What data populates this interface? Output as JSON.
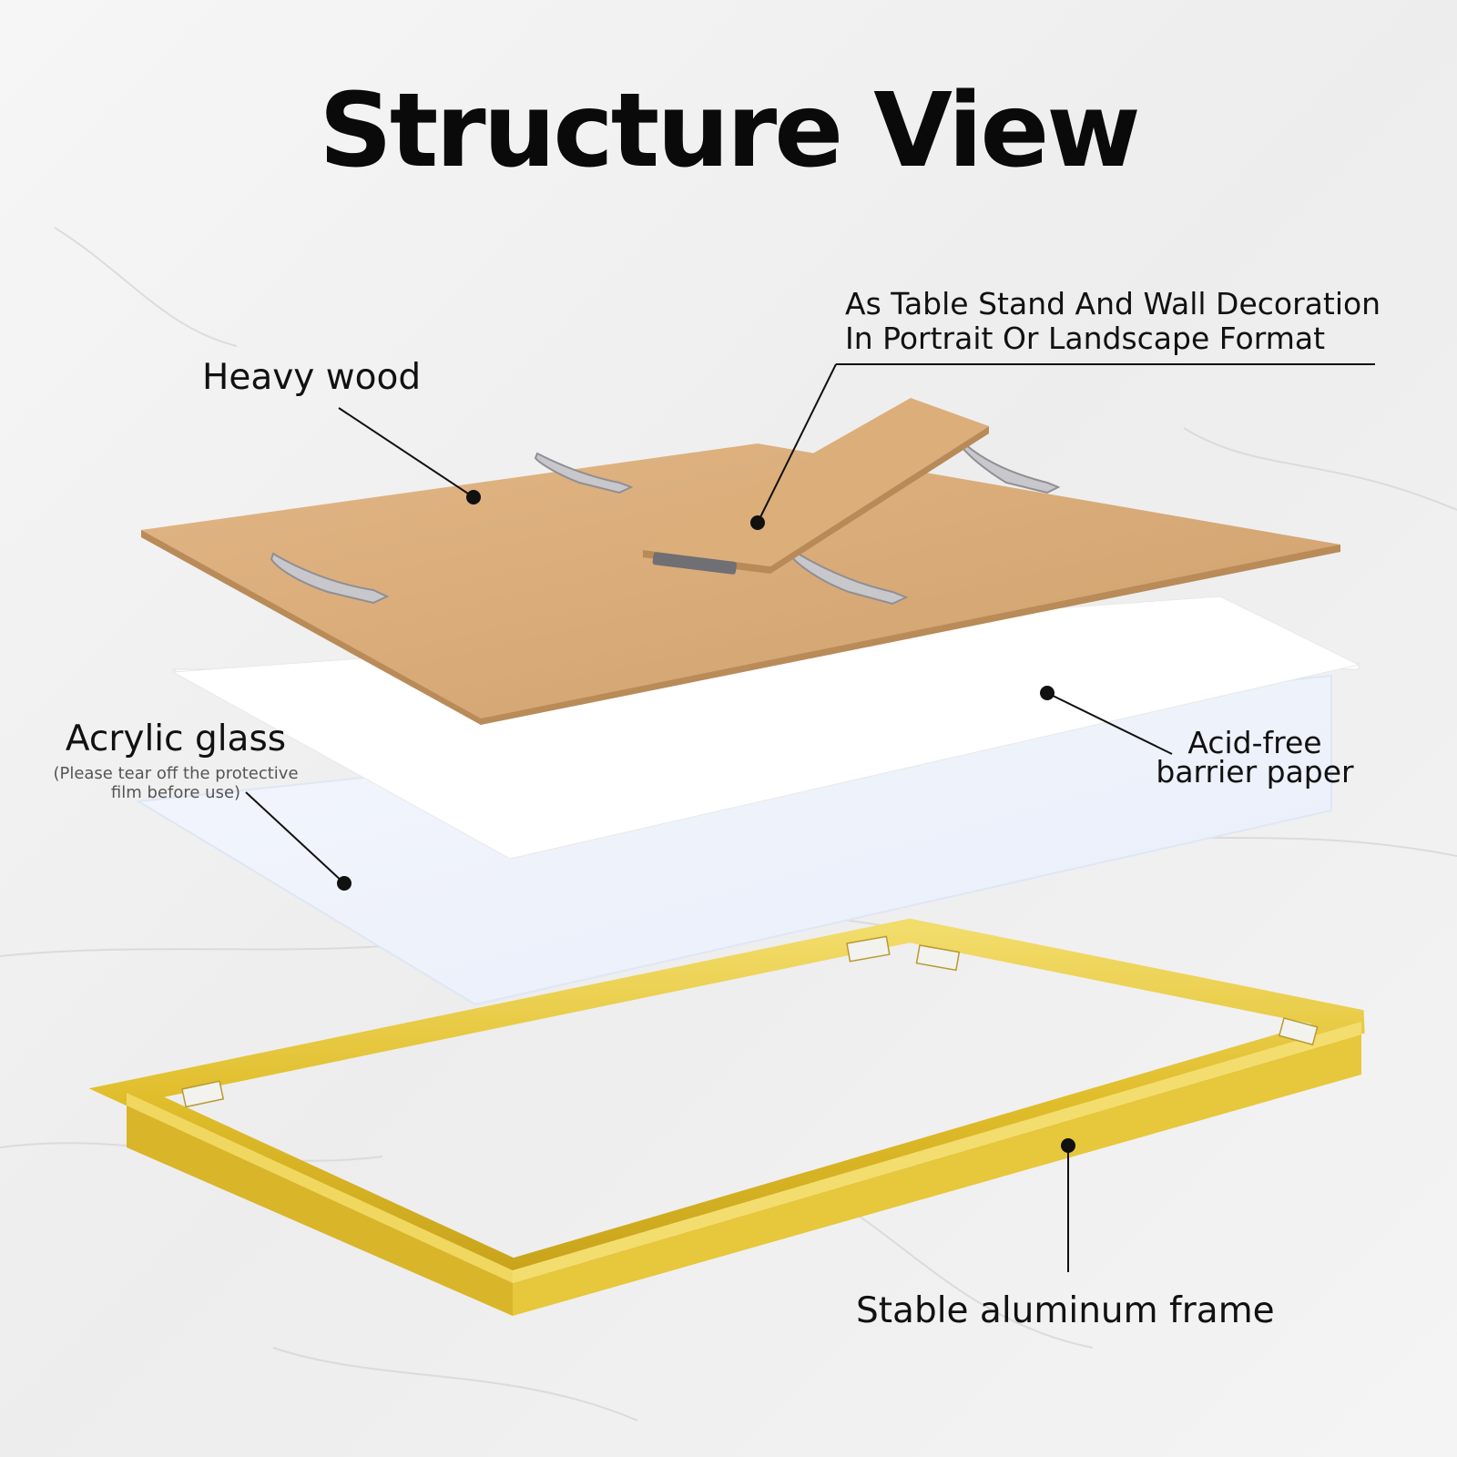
{
  "title": "Structure View",
  "labels": {
    "heavy_wood": "Heavy wood",
    "stand_line1": "As Table Stand And Wall Decoration",
    "stand_line2": "In Portrait Or Landscape Format",
    "acrylic_glass": "Acrylic glass",
    "acrylic_note_line1": "(Please tear off the protective",
    "acrylic_note_line2": "film before use)",
    "paper_line1": "Acid-free",
    "paper_line2": "barrier paper",
    "frame": "Stable aluminum frame"
  },
  "colors": {
    "background": "#f2f2f2",
    "wood": "#d9ab78",
    "frame_gold": "#e3c233",
    "paper": "#ffffff",
    "acrylic": "#eef2fb"
  }
}
